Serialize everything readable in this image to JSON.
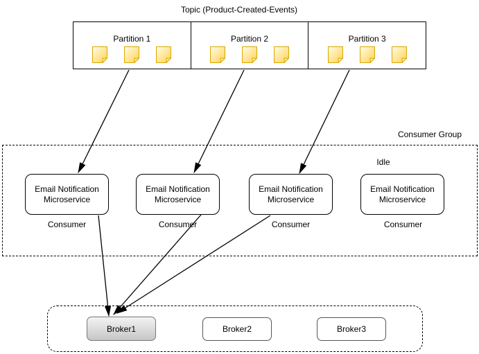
{
  "topic": {
    "title": "Topic (Product-Created-Events)",
    "partitions": [
      {
        "label": "Partition 1",
        "message_icon": "note-icon",
        "message_count": 3
      },
      {
        "label": "Partition 2",
        "message_icon": "note-icon",
        "message_count": 3
      },
      {
        "label": "Partition 3",
        "message_icon": "note-icon",
        "message_count": 3
      }
    ]
  },
  "consumer_group": {
    "label": "Consumer Group",
    "idle_label": "Idle",
    "consumers": [
      {
        "name": "Email Notification Microservice",
        "caption": "Consumer",
        "state": "active"
      },
      {
        "name": "Email Notification Microservice",
        "caption": "Consumer",
        "state": "active"
      },
      {
        "name": "Email Notification Microservice",
        "caption": "Consumer",
        "state": "active"
      },
      {
        "name": "Email Notification Microservice",
        "caption": "Consumer",
        "state": "idle"
      }
    ]
  },
  "brokers": [
    {
      "label": "Broker1",
      "highlighted": true
    },
    {
      "label": "Broker2",
      "highlighted": false
    },
    {
      "label": "Broker3",
      "highlighted": false
    }
  ],
  "connections": {
    "partition_to_consumer": [
      "Partition 1 -> Consumer 1",
      "Partition 2 -> Consumer 2",
      "Partition 3 -> Consumer 3"
    ],
    "consumer_to_broker": [
      "Consumer 1 -> Broker1",
      "Consumer 2 -> Broker1",
      "Consumer 3 -> Broker1"
    ]
  },
  "colors": {
    "line": "#000000",
    "note_border": "#D9A700",
    "note_fill_light": "#FFFBEA",
    "note_fill_dark": "#FFD24D",
    "note_fold": "#FFE9A3",
    "broker_highlight_top": "#F3F3F3",
    "broker_highlight_bottom": "#C6C6C6"
  }
}
